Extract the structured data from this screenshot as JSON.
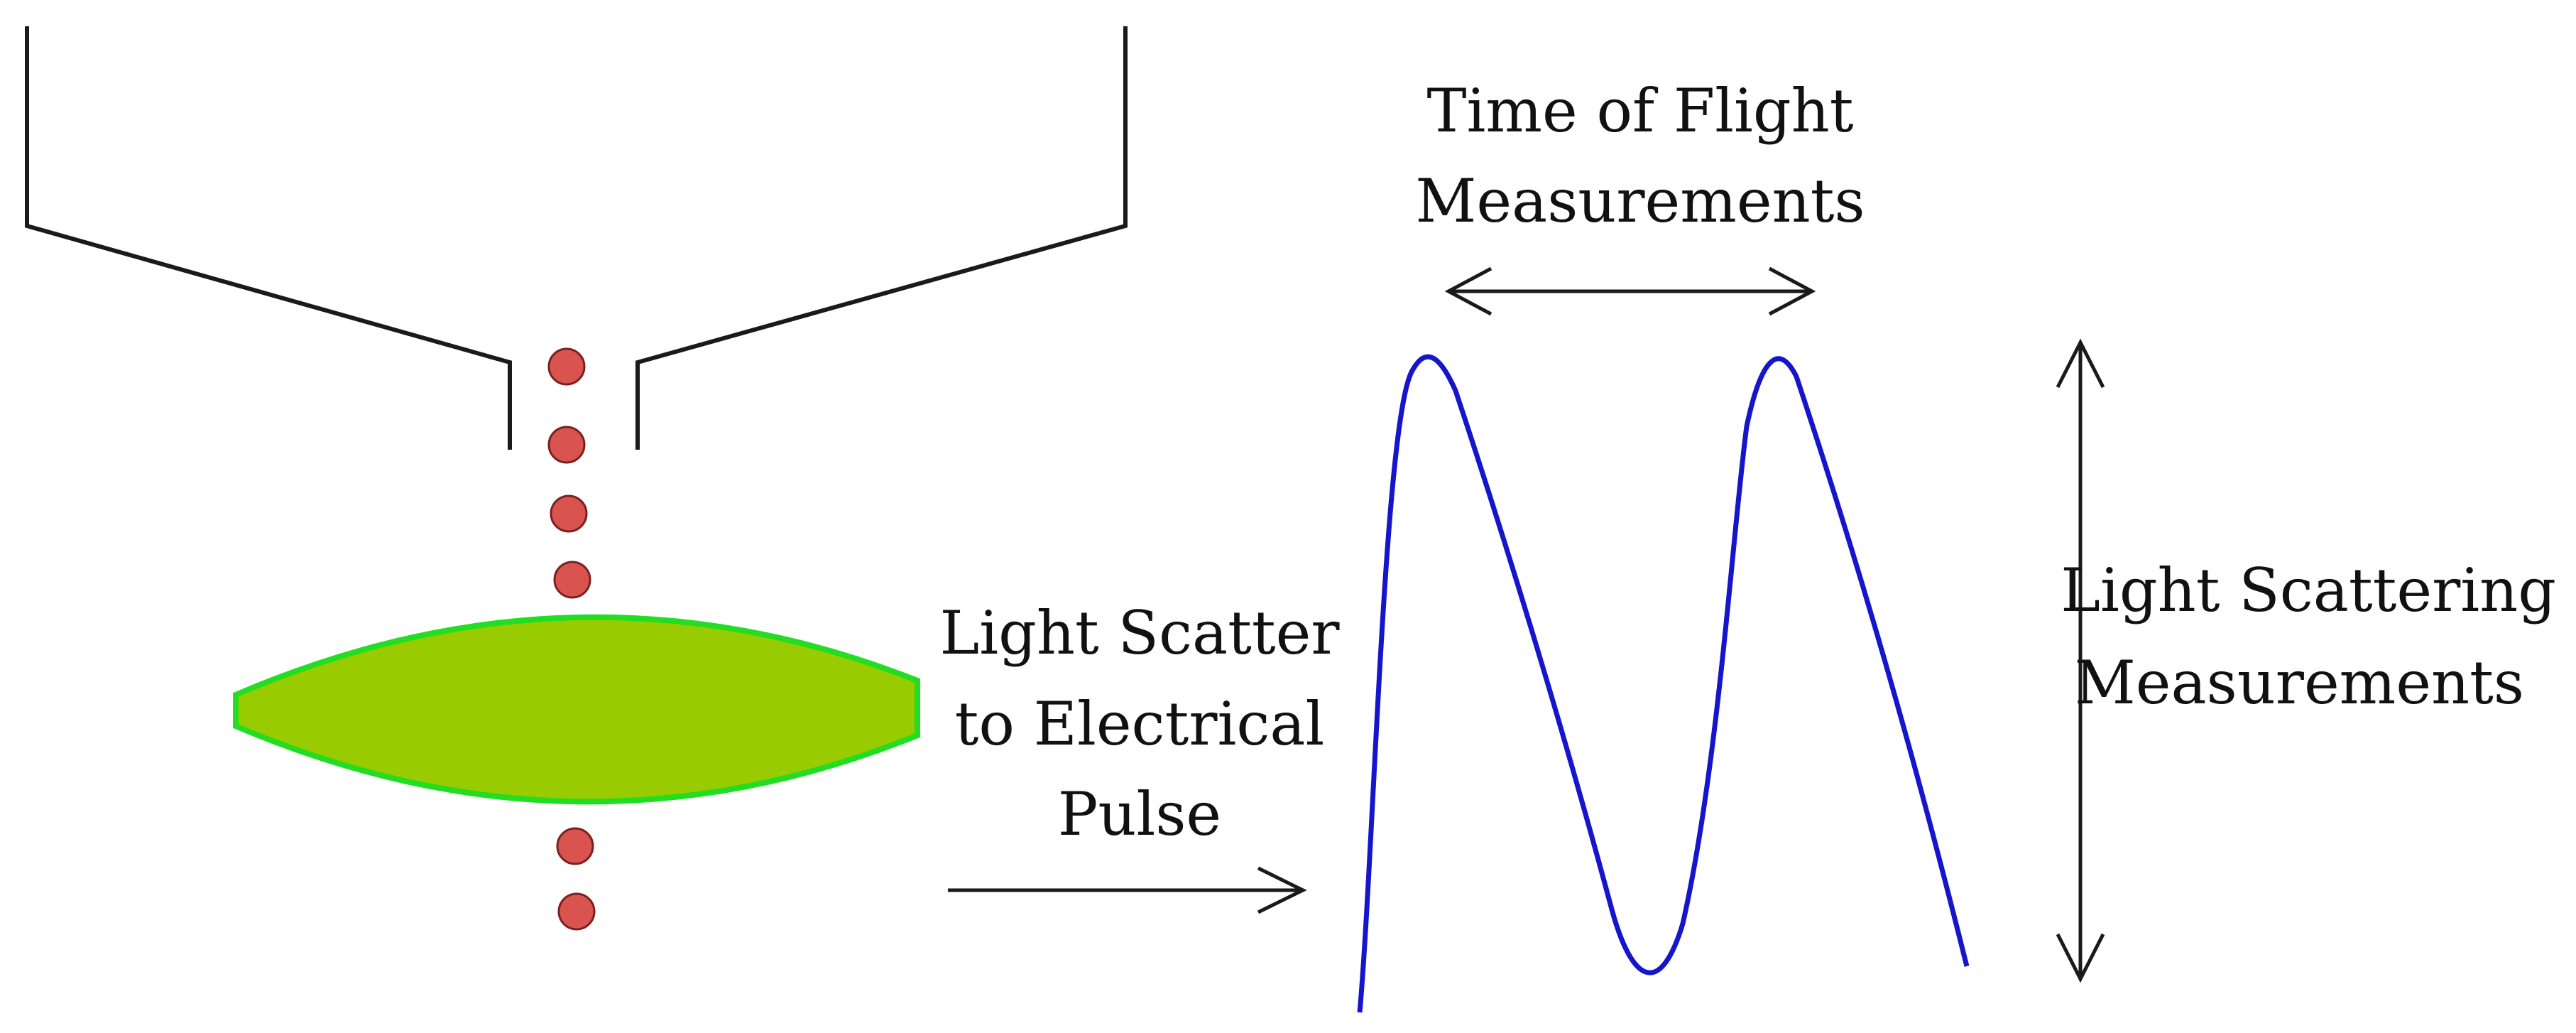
{
  "labels": {
    "time_of_flight_line1": "Time of Flight",
    "time_of_flight_line2": "Measurements",
    "light_scattering_line1": "Light Scattering",
    "light_scattering_line2": "Measurements",
    "pulse_line1": "Light Scatter",
    "pulse_line2": "to Electrical",
    "pulse_line3": "Pulse"
  },
  "colors": {
    "line": "#1a1a1a",
    "particle_fill": "#d9534f",
    "particle_stroke": "#7a2020",
    "laser_fill": "#99cc00",
    "laser_stroke": "#22dd22",
    "pulse_wave": "#1515cc"
  }
}
